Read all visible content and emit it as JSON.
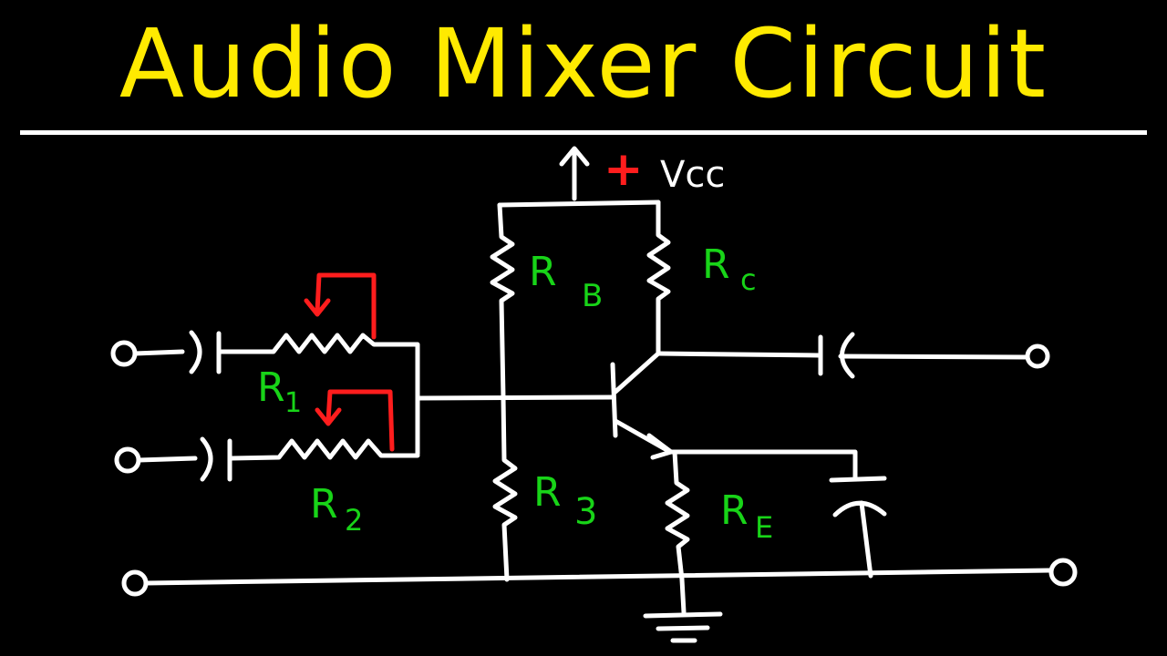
{
  "title": "Audio Mixer Circuit",
  "supply": {
    "plus": "+",
    "label": "Vcc"
  },
  "labels": {
    "rb": {
      "main": "R",
      "sub": "B"
    },
    "rc": {
      "main": "R",
      "sub": "c"
    },
    "r1": {
      "main": "R",
      "sub": "1"
    },
    "r2": {
      "main": "R",
      "sub": "2"
    },
    "r3": {
      "main": "R",
      "sub": "3"
    },
    "re": {
      "main": "R",
      "sub": "E"
    }
  },
  "colors": {
    "background": "#000000",
    "title": "#ffea00",
    "wire": "#ffffff",
    "label": "#18d418",
    "potentiometer": "#ff1d1d"
  }
}
